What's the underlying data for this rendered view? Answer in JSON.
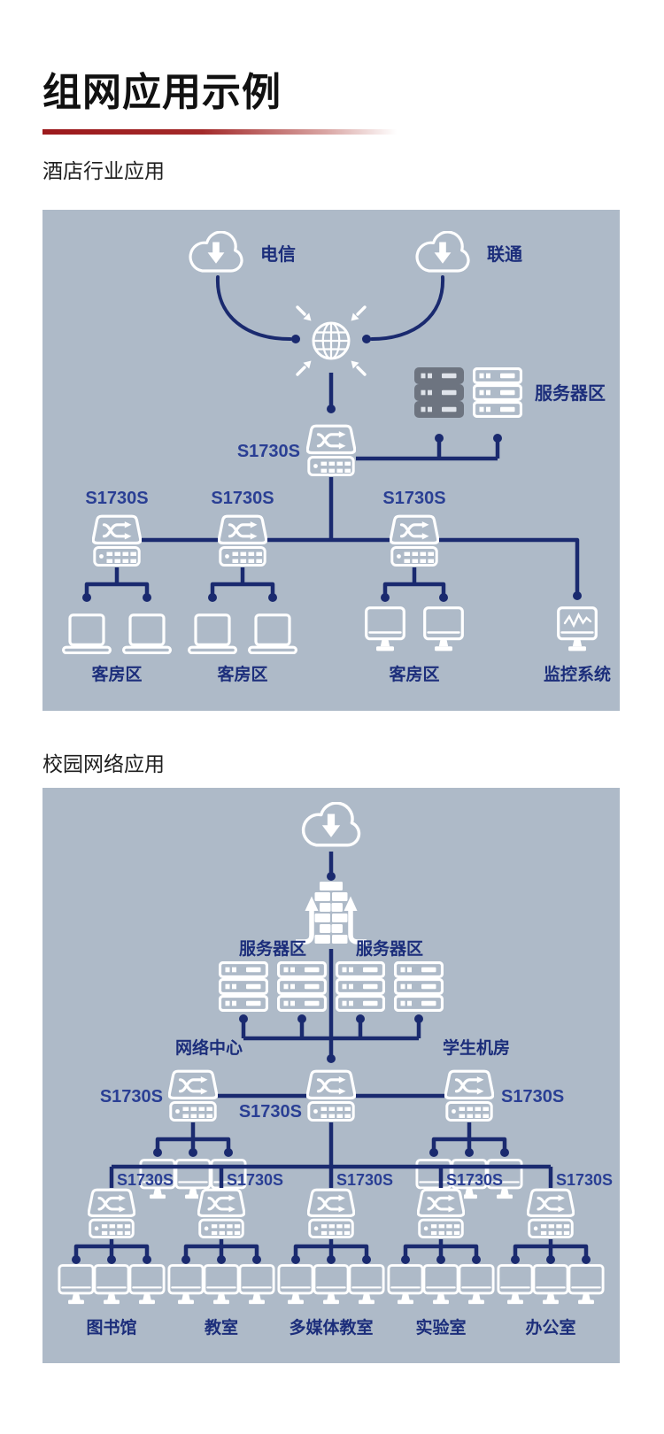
{
  "page": {
    "title": "组网应用示例"
  },
  "sections": [
    {
      "heading": "酒店行业应用"
    },
    {
      "heading": "校园网络应用"
    }
  ],
  "hotel": {
    "isp_left": "电信",
    "isp_right": "联通",
    "server_area": "服务器区",
    "core_switch": "S1730S",
    "access_switches": [
      "S1730S",
      "S1730S",
      "S1730S"
    ],
    "groups": [
      "客房区",
      "客房区",
      "客房区"
    ],
    "monitor_label": "监控系统"
  },
  "campus": {
    "server_area_left": "服务器区",
    "server_area_right": "服务器区",
    "network_center": "网络中心",
    "student_room": "学生机房",
    "left_switch": "S1730S",
    "core_switch": "S1730S",
    "right_switch": "S1730S",
    "edge_switches": [
      "S1730S",
      "S1730S",
      "S1730S",
      "S1730S",
      "S1730S"
    ],
    "rooms": [
      "图书馆",
      "教室",
      "多媒体教室",
      "实验室",
      "办公室"
    ]
  },
  "colors": {
    "panel": "#aebac8",
    "line": "#1a2a6f",
    "label": "#1c2e7b",
    "model": "#2a3f94",
    "accent_red": "#9c191c",
    "title": "#111111",
    "gray_server": "#6d7480"
  }
}
